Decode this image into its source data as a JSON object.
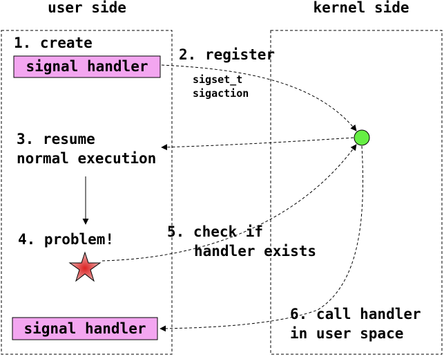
{
  "headers": {
    "user_side": "user side",
    "kernel_side": "kernel side"
  },
  "steps": {
    "create": "1. create",
    "register": "2. register",
    "register_detail_1": "sigset_t",
    "register_detail_2": "sigaction",
    "resume_1": "3. resume",
    "resume_2": "normal execution",
    "problem": "4. problem!",
    "check_1": "5. check if",
    "check_2": "handler exists",
    "call_1": "6. call handler",
    "call_2": "in user space"
  },
  "boxes": {
    "signal_handler_top": "signal handler",
    "signal_handler_bottom": "signal handler"
  },
  "colors": {
    "handler_fill": "#f3a6f0",
    "kernel_node": "#66ee44",
    "star_center": "#dd2222",
    "star_edge": "#e8b4b4"
  }
}
